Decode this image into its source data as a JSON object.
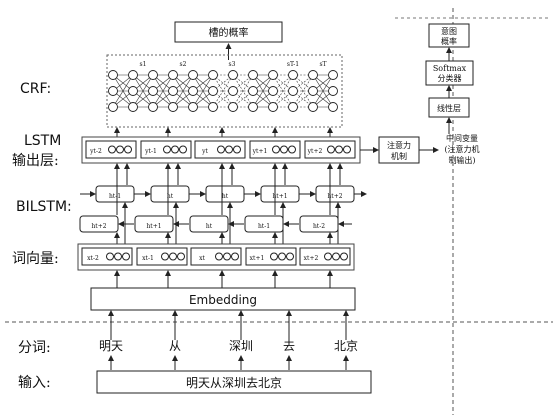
{
  "labels": {
    "crf": "CRF:",
    "lstm_line1": "LSTM",
    "lstm_line2": "输出层:",
    "bilstm": "BILSTM:",
    "word_vec": "词向量:",
    "segment": "分词:",
    "input": "输入:"
  },
  "top_box": "槽的概率",
  "crf_nodes": [
    "s1",
    "s2",
    "s3",
    "sT-1",
    "sT"
  ],
  "lstm_out": [
    "yt-2",
    "yt-1",
    "yt",
    "yt+1",
    "yt+2"
  ],
  "bilstm_top": [
    "ht-1",
    "ht",
    "ht",
    "ht+1",
    "ht+2"
  ],
  "bilstm_bottom": [
    "ht+2",
    "ht+1",
    "ht",
    "ht-1",
    "ht-2"
  ],
  "word_vectors": [
    "xt-2",
    "xt-1",
    "xt",
    "xt+1",
    "xt+2"
  ],
  "embedding": "Embedding",
  "words": [
    "明天",
    "从",
    "深圳",
    "去",
    "北京"
  ],
  "input_sentence": "明天从深圳去北京",
  "attention_box": [
    "注意力",
    "机制"
  ],
  "intermediate": [
    "中间变量",
    "(注意力机",
    "制输出)"
  ],
  "linear_layer": "线性层",
  "softmax": [
    "Softmax",
    "分类器"
  ],
  "intent_prob": [
    "意图",
    "概率"
  ]
}
